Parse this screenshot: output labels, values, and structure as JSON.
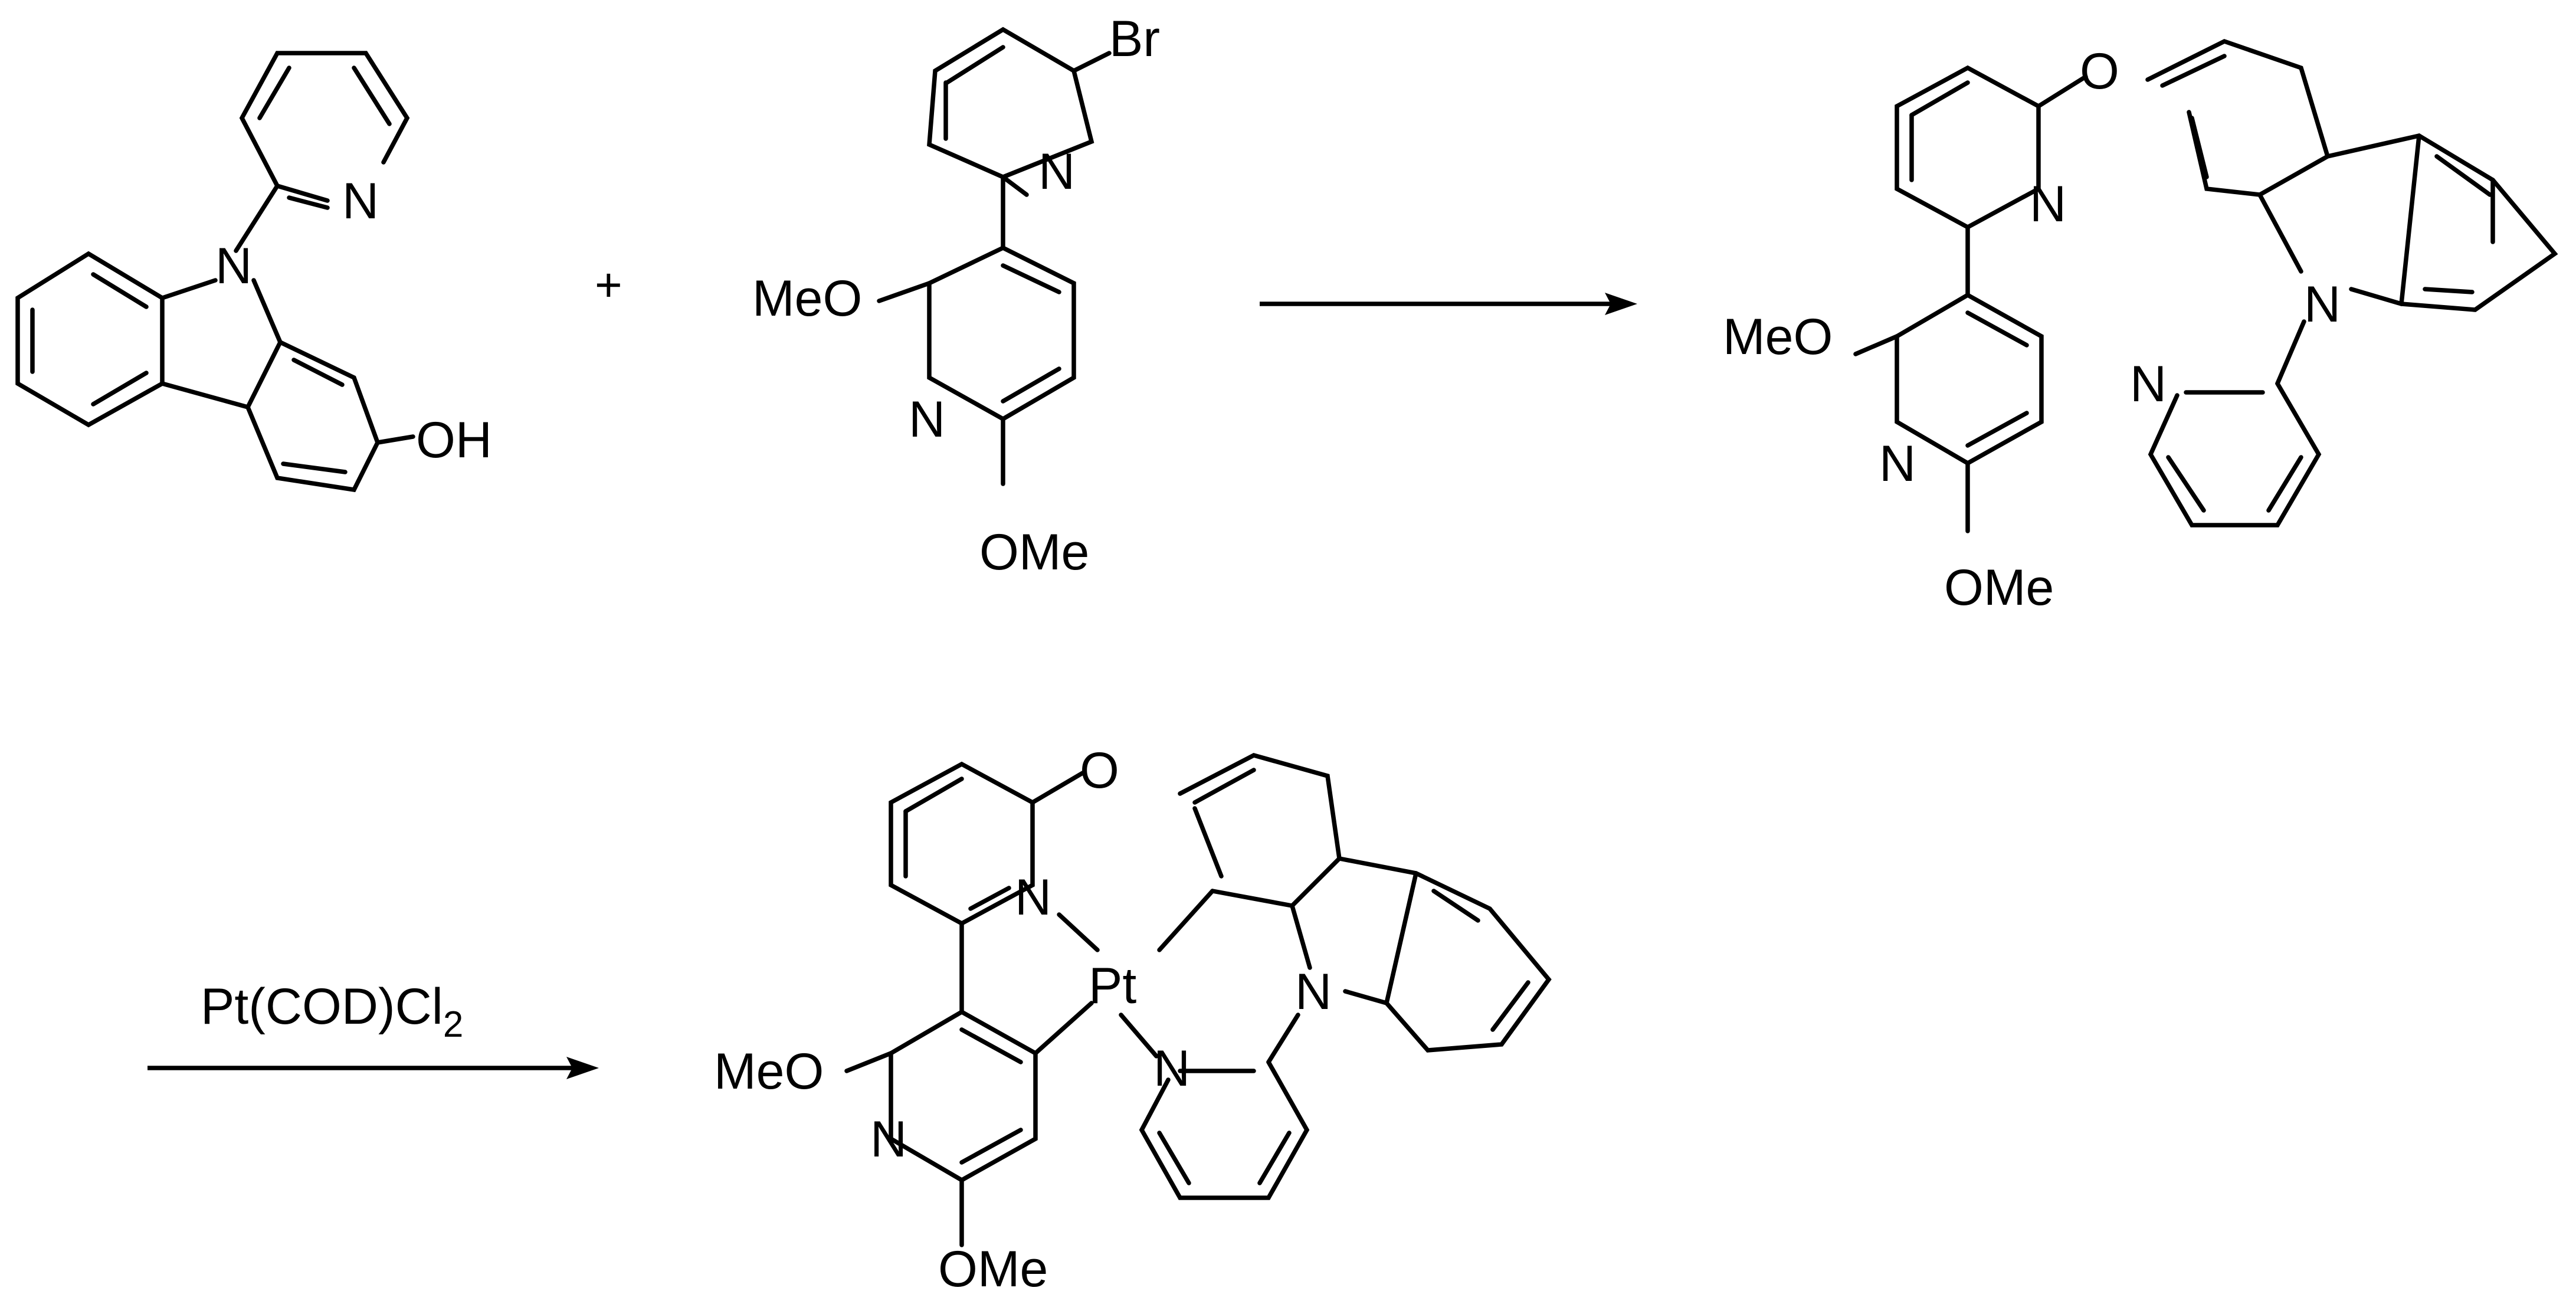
{
  "scheme": {
    "plus": "+",
    "reagent": {
      "main": "Pt(COD)Cl",
      "subscript": "2"
    },
    "reactant_1": {
      "n_label": "N",
      "pyridine_n": "N",
      "oh": "OH"
    },
    "reactant_2": {
      "br": "Br",
      "pyridine_n": "N",
      "ome_1": "MeO",
      "ring_n": "N",
      "ome_2": "OMe"
    },
    "product": {
      "o_link": "O",
      "pyridine_n": "N",
      "ome_1": "MeO",
      "ring_n": "N",
      "ome_2": "OMe",
      "carbazole_n": "N",
      "pyridyl_n": "N"
    },
    "complex": {
      "o_link": "O",
      "n_upper": "N",
      "pt": "Pt",
      "ome_1": "MeO",
      "ring_n": "N",
      "ome_2": "OMe",
      "carbazole_n": "N",
      "pyridyl_n": "N"
    }
  }
}
